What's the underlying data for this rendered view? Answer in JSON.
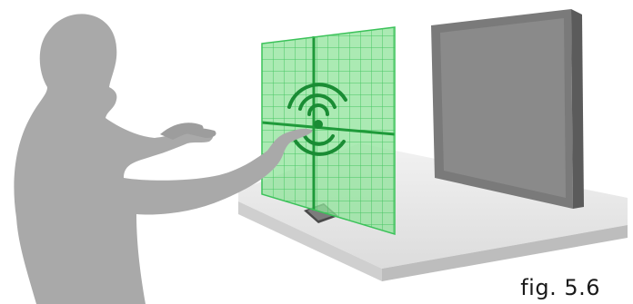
{
  "figure": {
    "caption": "fig. 5.6"
  },
  "colors": {
    "silhouette": "#a9a9a9",
    "silhouette_dark": "#8f8f8f",
    "grid_fill": "#8fe39a",
    "grid_line": "#3cc25a",
    "grid_accent": "#1f9a3a",
    "desk_top": "#e6e6e6",
    "desk_edge": "#c8c8c8",
    "monitor_body": "#6b6b6b",
    "monitor_screen": "#7d7d7d"
  },
  "icons": [
    "person-silhouette",
    "holographic-grid",
    "touch-target-icon",
    "computer-monitor",
    "smartphone",
    "desk"
  ]
}
